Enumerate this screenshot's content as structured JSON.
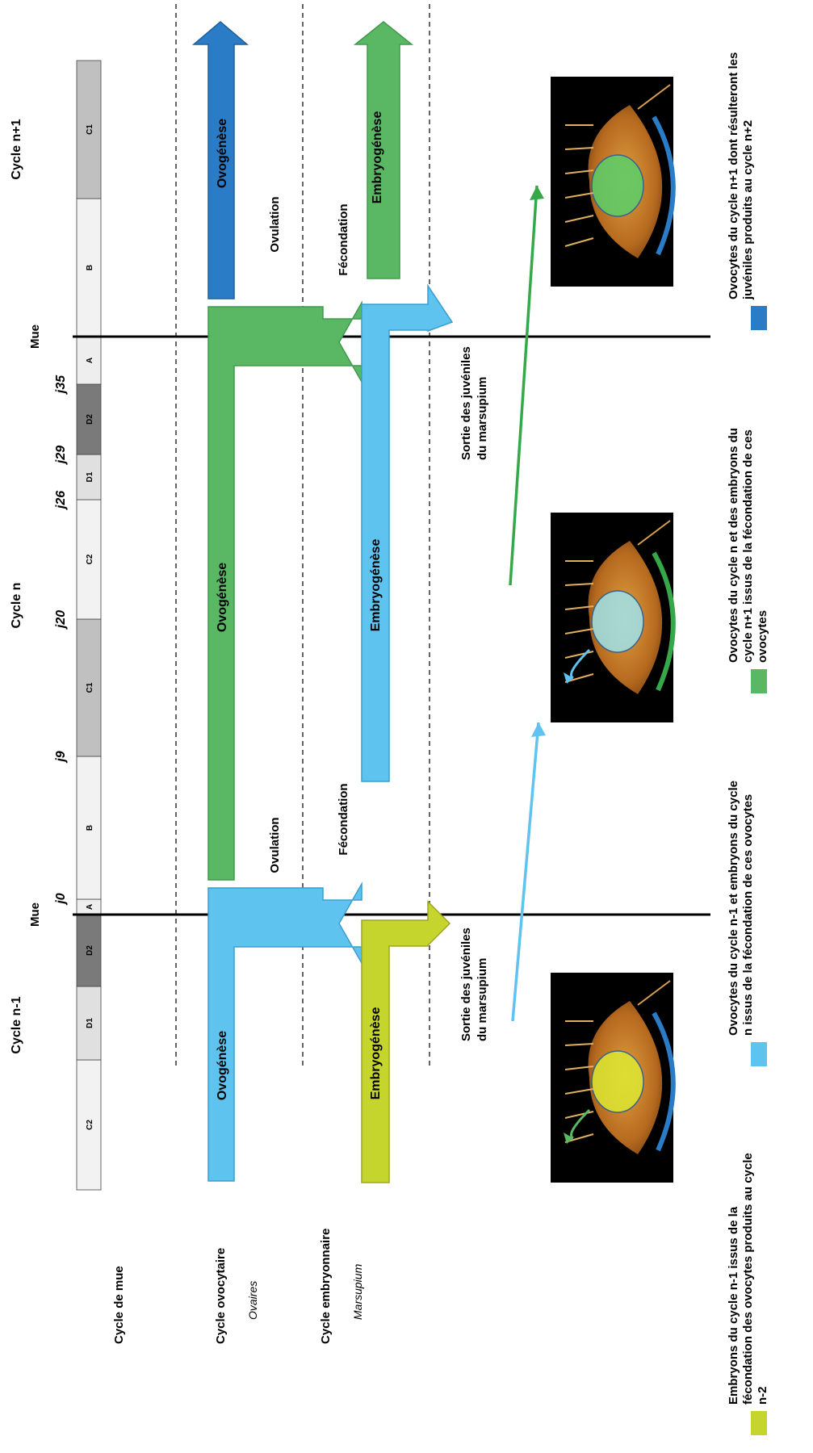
{
  "cycles": {
    "prev": "Cycle n-1",
    "current": "Cycle n",
    "next": "Cycle n+1"
  },
  "moult_label": "Mue",
  "row_labels": {
    "moult": "Cycle de mue",
    "oocyte": "Cycle ovocytaire",
    "oocyte_sub": "Ovaires",
    "embryo": "Cycle embryonnaire",
    "embryo_sub": "Marsupium"
  },
  "stages": [
    "C2",
    "D1",
    "D2",
    "A",
    "B",
    "C1",
    "C2",
    "D1",
    "D2",
    "A",
    "B",
    "C1"
  ],
  "day_marks": [
    "j0",
    "j9",
    "j20",
    "j26",
    "j29",
    "j35"
  ],
  "arrows": {
    "ovogenese": "Ovogénèse",
    "embryogenese": "Embryogénèse",
    "ovulation": "Ovulation",
    "fecondation": "Fécondation",
    "sortie": "Sortie des juvéniles du marsupium"
  },
  "legend": [
    {
      "color": "#c6d52e",
      "text": "Embryons du cycle n-1 issus de la fécondation des ovocytes produits au cycle n-2"
    },
    {
      "color": "#5fc3ef",
      "text": "Ovocytes du cycle n-1 et embryons du cycle n issus de la fécondation de ces ovocytes"
    },
    {
      "color": "#5ab865",
      "text": "Ovocytes du cycle n et des embryons du cycle n+1 issus de la fécondation de ces ovocytes"
    },
    {
      "color": "#2b7cc6",
      "text": "Ovocytes du cycle n+1 dont résulteront les juvéniles produits au cycle n+2"
    }
  ],
  "colors": {
    "yellow_green": "#c6d52e",
    "light_blue": "#5fc3ef",
    "green": "#5ab865",
    "dark_blue": "#2b7cc6",
    "stage_white": "#f2f2f2",
    "stage_light": "#c0c0c0",
    "stage_dark": "#7a7a7a"
  },
  "images": [
    "amphipod-photo",
    "amphipod-photo",
    "amphipod-photo"
  ]
}
